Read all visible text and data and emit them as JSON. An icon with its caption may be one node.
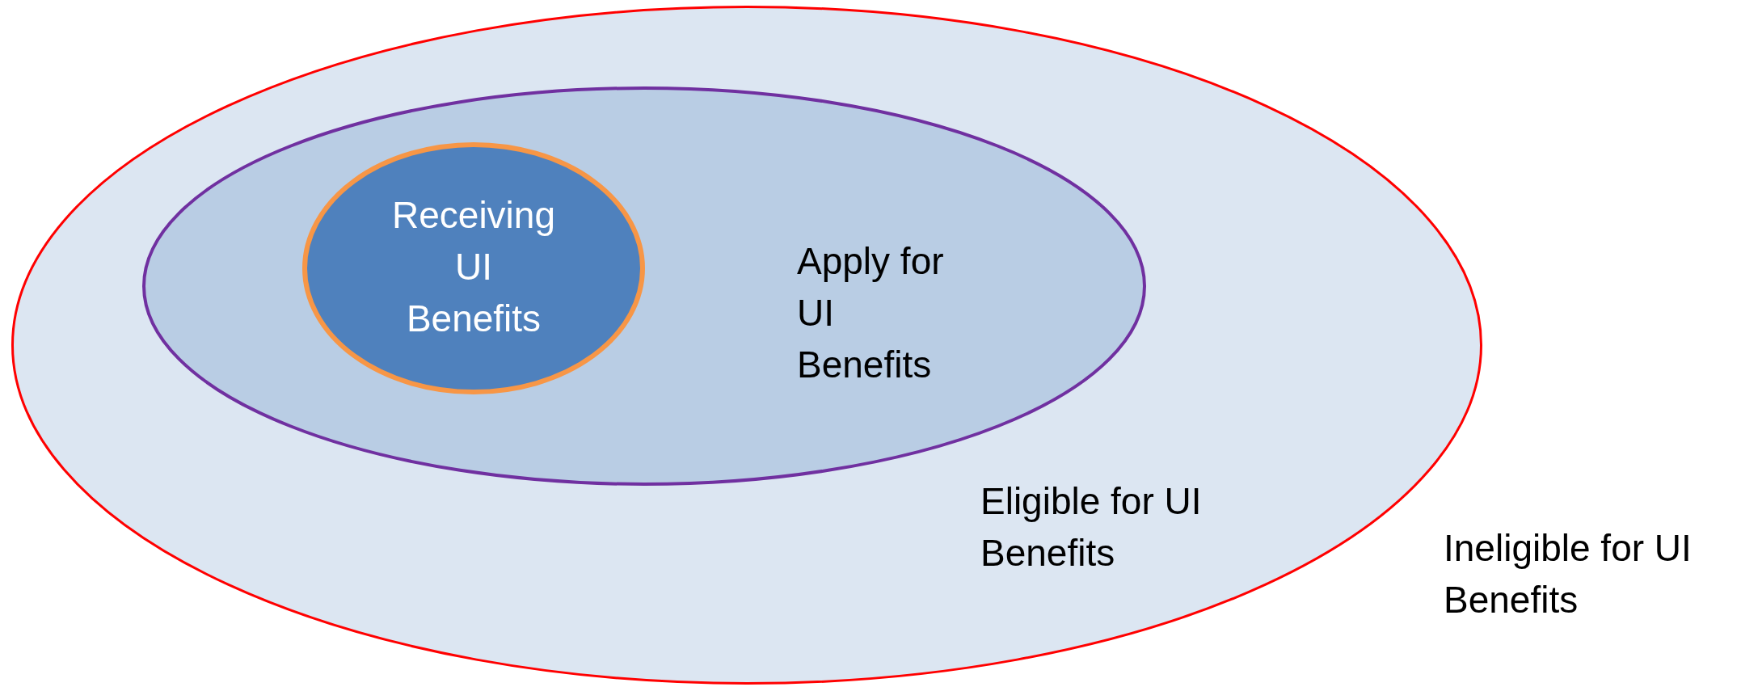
{
  "diagram": {
    "nodes": [
      {
        "text": [
          "Eligible for UI Benefits"
        ]
      },
      {
        "text": [
          "Apply for UI Benefits"
        ],
        "in": 0
      },
      {
        "text": [
          "Receiving UI Benefits"
        ],
        "in": 1
      }
    ],
    "labels": [
      "Ineligible for UI Benefits"
    ]
  }
}
